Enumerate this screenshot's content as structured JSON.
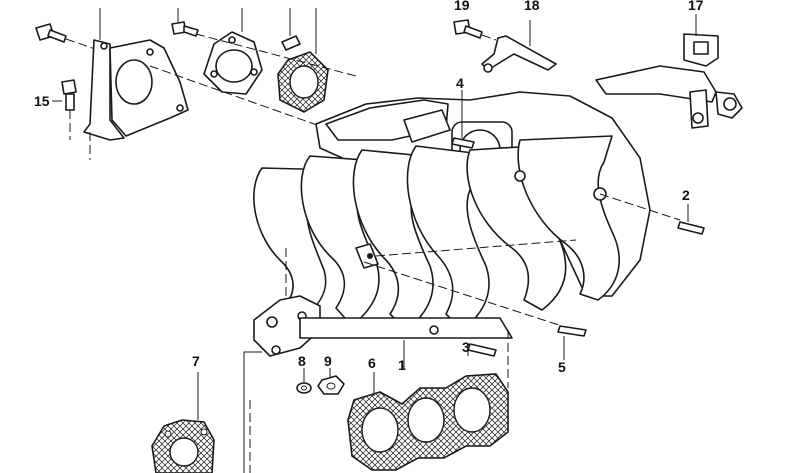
{
  "diagram": {
    "callouts": [
      {
        "id": "c1",
        "text": "1"
      },
      {
        "id": "c2",
        "text": "2"
      },
      {
        "id": "c3",
        "text": "3"
      },
      {
        "id": "c4",
        "text": "4"
      },
      {
        "id": "c5",
        "text": "5"
      },
      {
        "id": "c6",
        "text": "6"
      },
      {
        "id": "c7",
        "text": "7"
      },
      {
        "id": "c8",
        "text": "8"
      },
      {
        "id": "c9",
        "text": "9"
      },
      {
        "id": "c15",
        "text": "15"
      },
      {
        "id": "c17",
        "text": "17"
      },
      {
        "id": "c18",
        "text": "18"
      },
      {
        "id": "c19",
        "text": "19"
      }
    ]
  }
}
